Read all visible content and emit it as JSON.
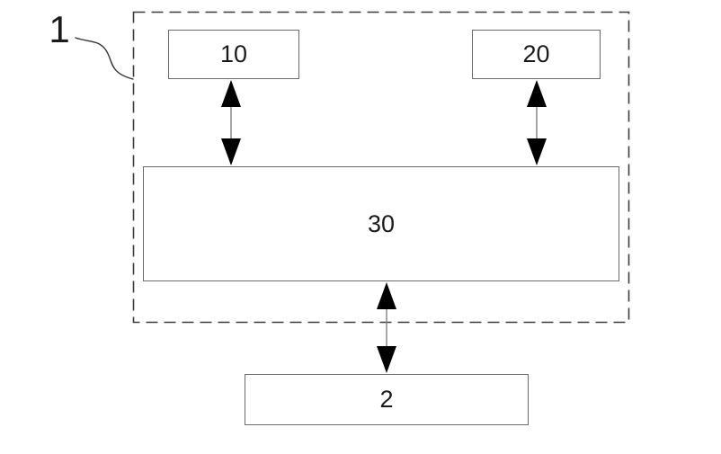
{
  "figure": {
    "outer_label": "1",
    "boxes": {
      "b10": {
        "label": "10"
      },
      "b20": {
        "label": "20"
      },
      "b30": {
        "label": "30"
      },
      "b2": {
        "label": "2"
      }
    },
    "connections": [
      {
        "from": "10",
        "to": "30",
        "style": "double-headed-arrow"
      },
      {
        "from": "20",
        "to": "30",
        "style": "double-headed-arrow"
      },
      {
        "from": "30",
        "to": "2",
        "style": "double-headed-arrow"
      }
    ],
    "colors": {
      "background": "#ffffff",
      "box_border": "#6a6a6a",
      "dashed_border": "#3d3d3d",
      "leader_line": "#333333",
      "arrow_stem": "#808080",
      "arrowhead": "#000000",
      "label_text": "#1b1b1b"
    }
  }
}
